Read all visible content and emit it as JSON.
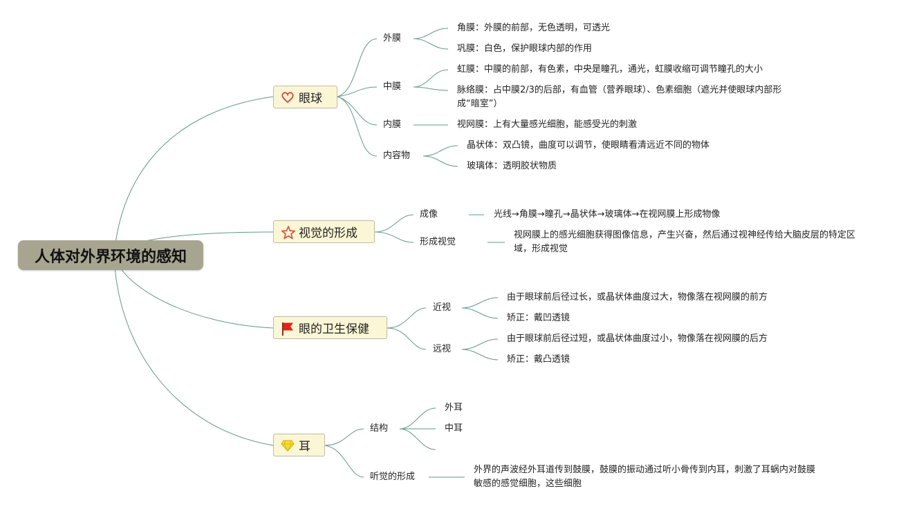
{
  "root": {
    "title": "人体对外界环境的感知"
  },
  "branches": [
    {
      "label": "眼球",
      "icon": "heart-icon",
      "children": [
        {
          "label": "外膜",
          "details": [
            "角膜：外膜的前部，无色透明，可透光",
            "巩膜：白色，保护眼球内部的作用"
          ]
        },
        {
          "label": "中膜",
          "details": [
            "虹膜：中膜的前部，有色素，中央是瞳孔，通光，虹膜收缩可调节瞳孔的大小",
            "脉络膜：占中膜2/3的后部，有血管（营养眼球）、色素细胞（遮光并使眼球内部形成“暗室”）"
          ]
        },
        {
          "label": "内膜",
          "details": [
            "视网膜：上有大量感光细胞，能感受光的刺激"
          ]
        },
        {
          "label": "内容物",
          "details": [
            "晶状体：双凸镜，曲度可以调节，使眼睛看清远近不同的物体",
            "玻璃体：透明胶状物质"
          ]
        }
      ]
    },
    {
      "label": "视觉的形成",
      "icon": "star-icon",
      "children": [
        {
          "label": "成像",
          "details": [
            "光线→角膜→瞳孔→晶状体→玻璃体→在视网膜上形成物像"
          ]
        },
        {
          "label": "形成视觉",
          "details": [
            "视网膜上的感光细胞获得图像信息，产生兴奋，然后通过视神经传给大脑皮层的特定区域，形成视觉"
          ]
        }
      ]
    },
    {
      "label": "眼的卫生保健",
      "icon": "flag-icon",
      "children": [
        {
          "label": "近视",
          "details": [
            "由于眼球前后径过长，或晶状体曲度过大，物像落在视网膜的前方",
            "矫正：戴凹透镜"
          ]
        },
        {
          "label": "远视",
          "details": [
            "由于眼球前后径过短，或晶状体曲度过小，物像落在视网膜的后方",
            "矫正：戴凸透镜"
          ]
        }
      ]
    },
    {
      "label": "耳",
      "icon": "diamond-icon",
      "children": [
        {
          "label": "结构",
          "details": [
            "外耳",
            "中耳"
          ]
        },
        {
          "label": "听觉的形成",
          "details": [
            "外界的声波经外耳道传到鼓膜，鼓膜的振动通过听小骨传到内耳，刺激了耳蜗内对鼓膜敏感的感觉细胞，这些细胞"
          ]
        }
      ]
    }
  ],
  "colors": {
    "line": "#5e9a86",
    "root_bg": "#a7a58f",
    "node_bg": "#fbf6d6",
    "node_border": "#bdbb9e",
    "heart": "#d9473a",
    "star": "#d9473a",
    "flag": "#e2231a",
    "diamond": "#f2d21b"
  }
}
